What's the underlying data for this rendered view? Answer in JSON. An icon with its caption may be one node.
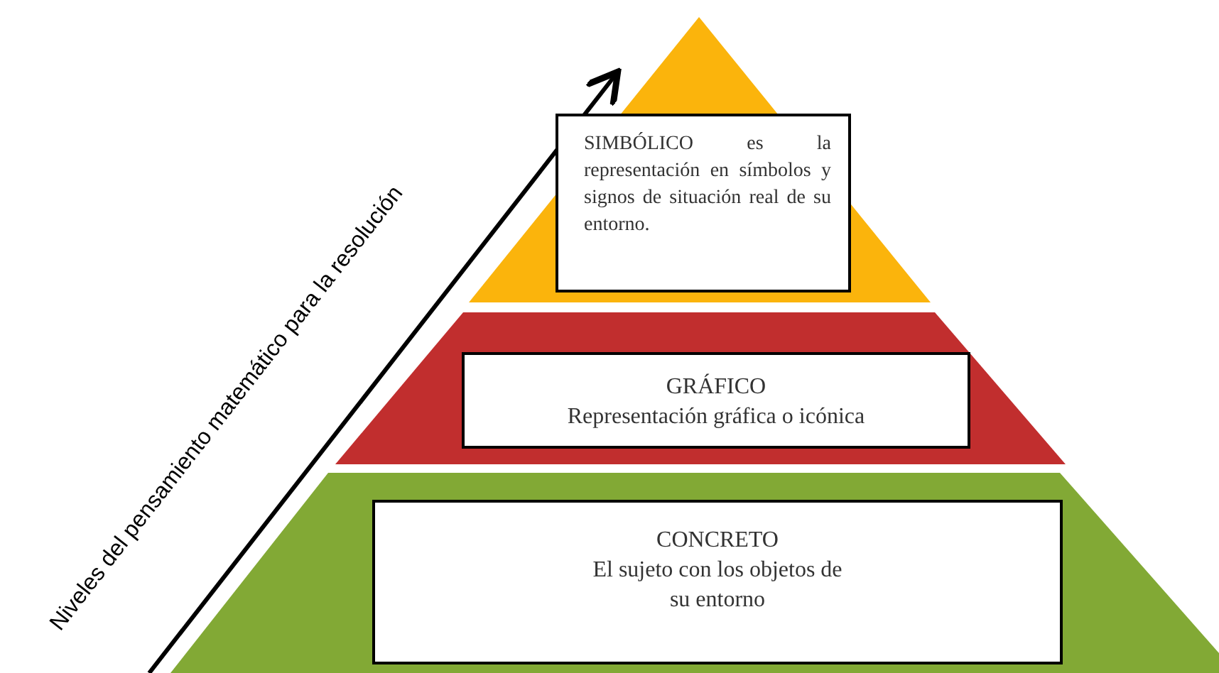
{
  "diagram": {
    "nodes": [
      {
        "text": [
          "SIMBÓLICO es la representación en símbolos y signos de situación real de su entorno."
        ]
      },
      {
        "text": [
          "GRÁFICO",
          "Representación gráfica o icónica"
        ]
      },
      {
        "text": [
          "CONCRETO",
          "El sujeto con los objetos de su entorno"
        ]
      }
    ],
    "edges": [],
    "labels": [
      "Niveles del pensamiento matemático para la resolución"
    ]
  }
}
